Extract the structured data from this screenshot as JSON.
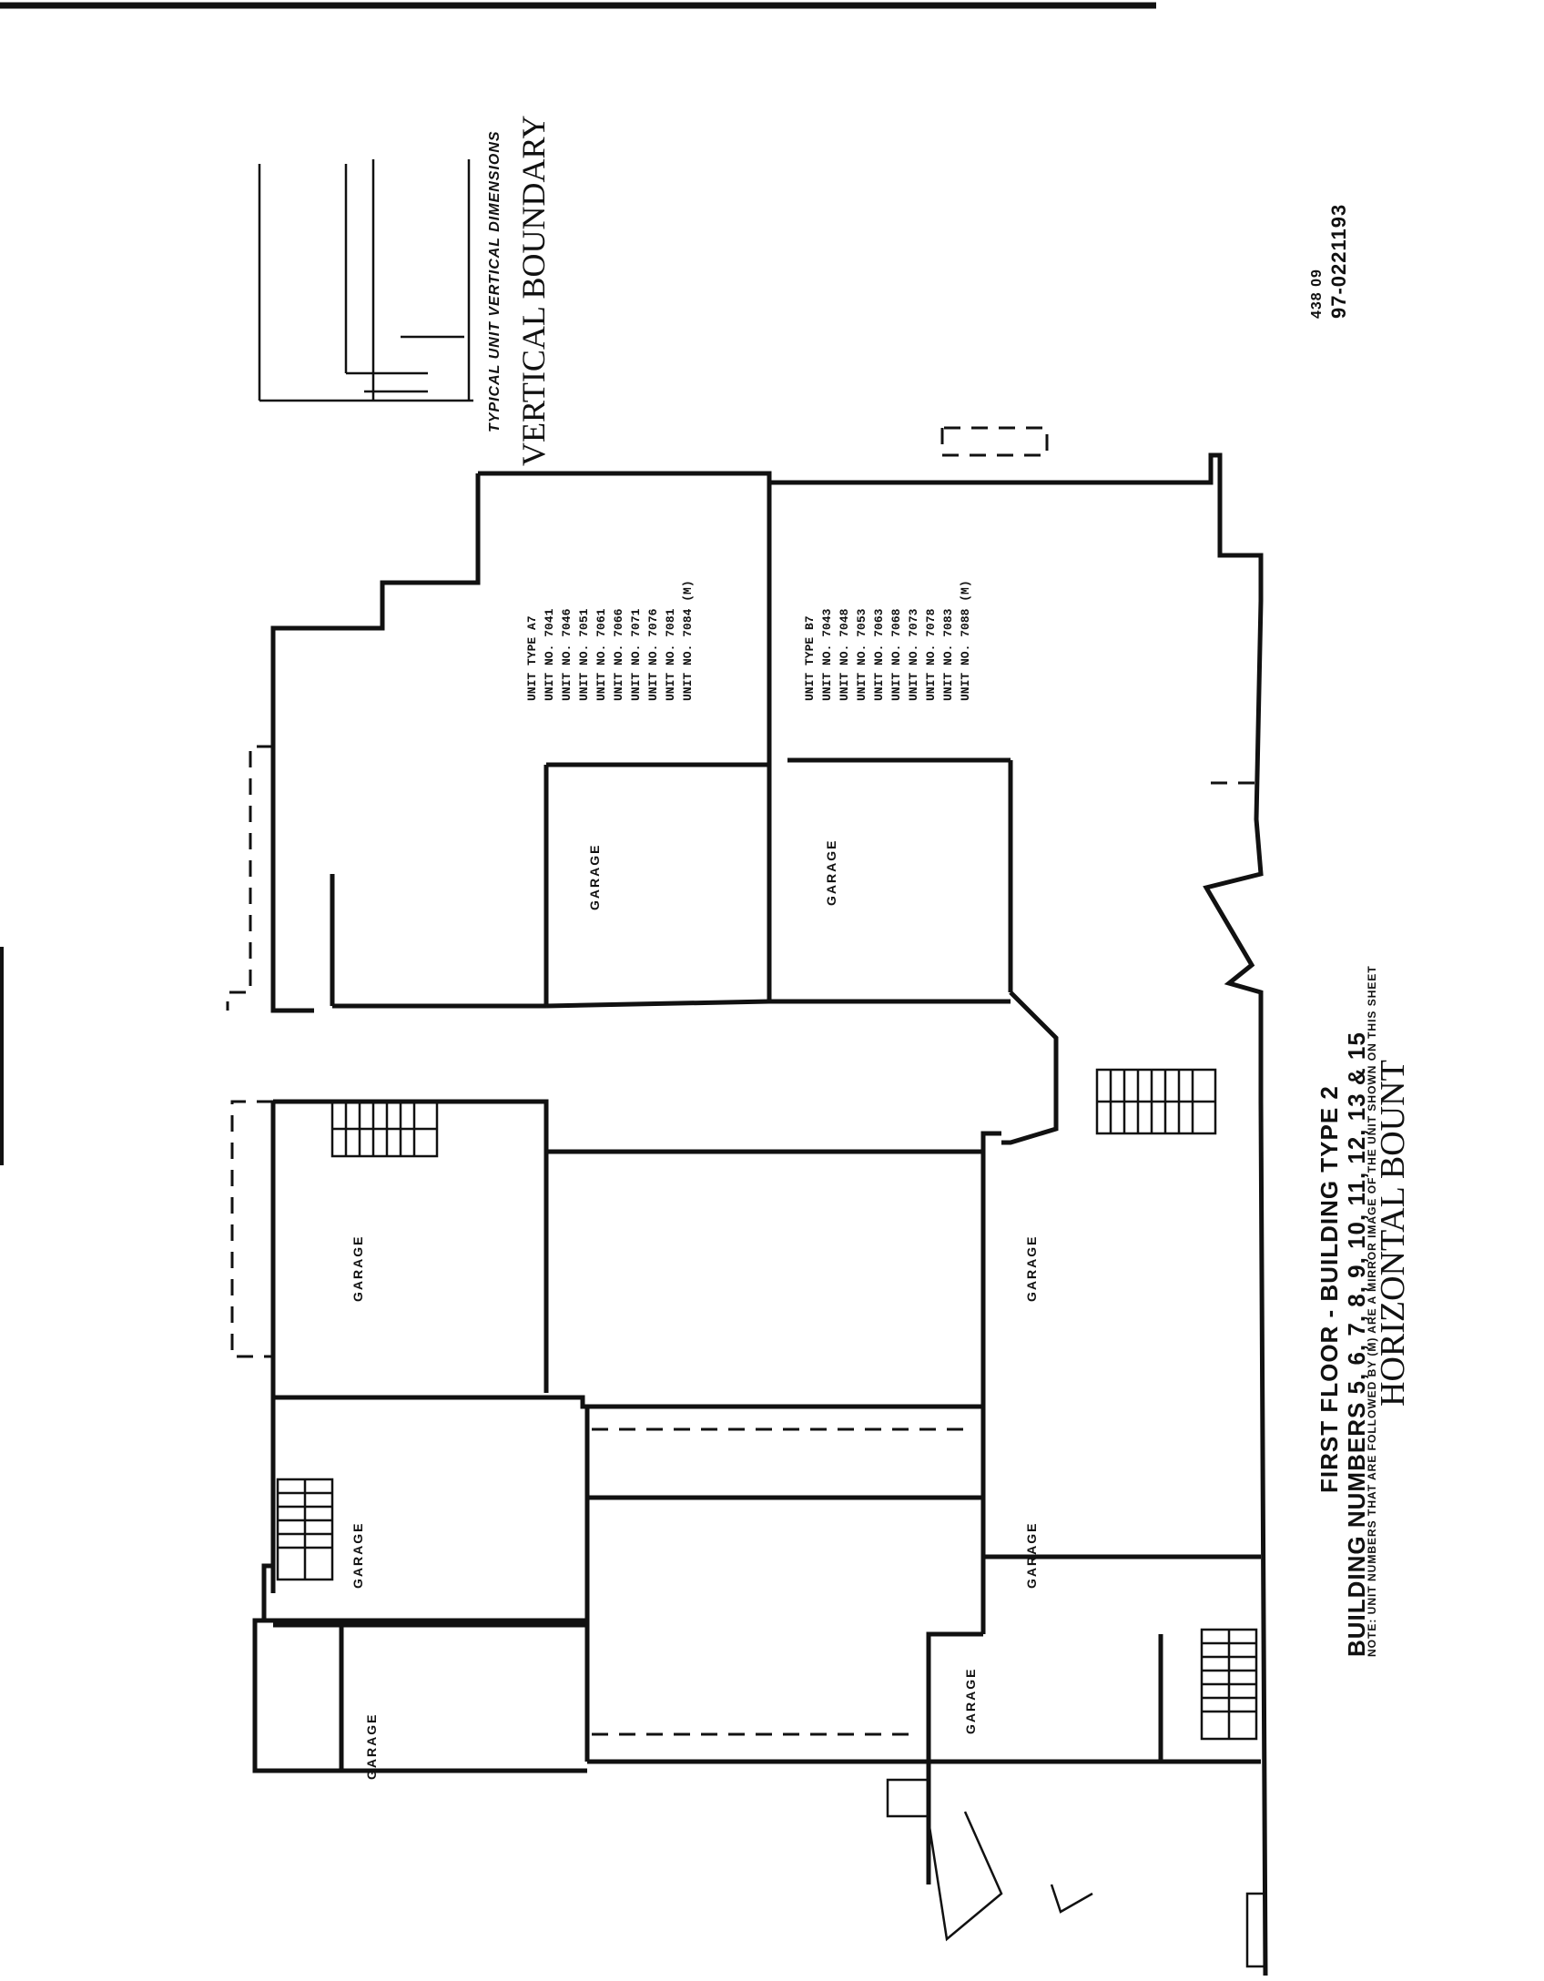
{
  "sheet": {
    "title_line1": "FIRST FLOOR - BUILDING TYPE 2",
    "title_line2": "BUILDING NUMBERS 5, 6, 7, 8, 9, 10, 11, 12, 13  & 15",
    "note": "NOTE: UNIT NUMBERS THAT ARE FOLLOWED BY (M) ARE A MIRROR IMAGE OF THE UNIT SHOWN ON THIS SHEET",
    "horizontal_boundary": "HORIZONTAL BOUNT",
    "vertical_boundary": "VERTICAL BOUNDARY",
    "vertical_dims_title": "TYPICAL UNIT VERTICAL DIMENSIONS",
    "recording": {
      "book_line": "438  09",
      "doc_number": "97-0221193"
    }
  },
  "units": {
    "type_a7": {
      "title": "UNIT TYPE A7",
      "items": [
        "UNIT NO. 7041",
        "UNIT NO. 7046",
        "UNIT NO. 7051",
        "UNIT NO. 7061",
        "UNIT NO. 7066",
        "UNIT NO. 7071",
        "UNIT NO. 7076",
        "UNIT NO. 7081",
        "UNIT NO. 7084 (M)"
      ]
    },
    "type_b7": {
      "title": "UNIT TYPE B7",
      "items": [
        "UNIT NO. 7043",
        "UNIT NO. 7048",
        "UNIT NO. 7053",
        "UNIT NO. 7063",
        "UNIT NO. 7068",
        "UNIT NO. 7073",
        "UNIT NO. 7078",
        "UNIT NO. 7083",
        "UNIT NO. 7088 (M)"
      ]
    }
  },
  "rooms": {
    "garage_label": "GARAGE"
  }
}
